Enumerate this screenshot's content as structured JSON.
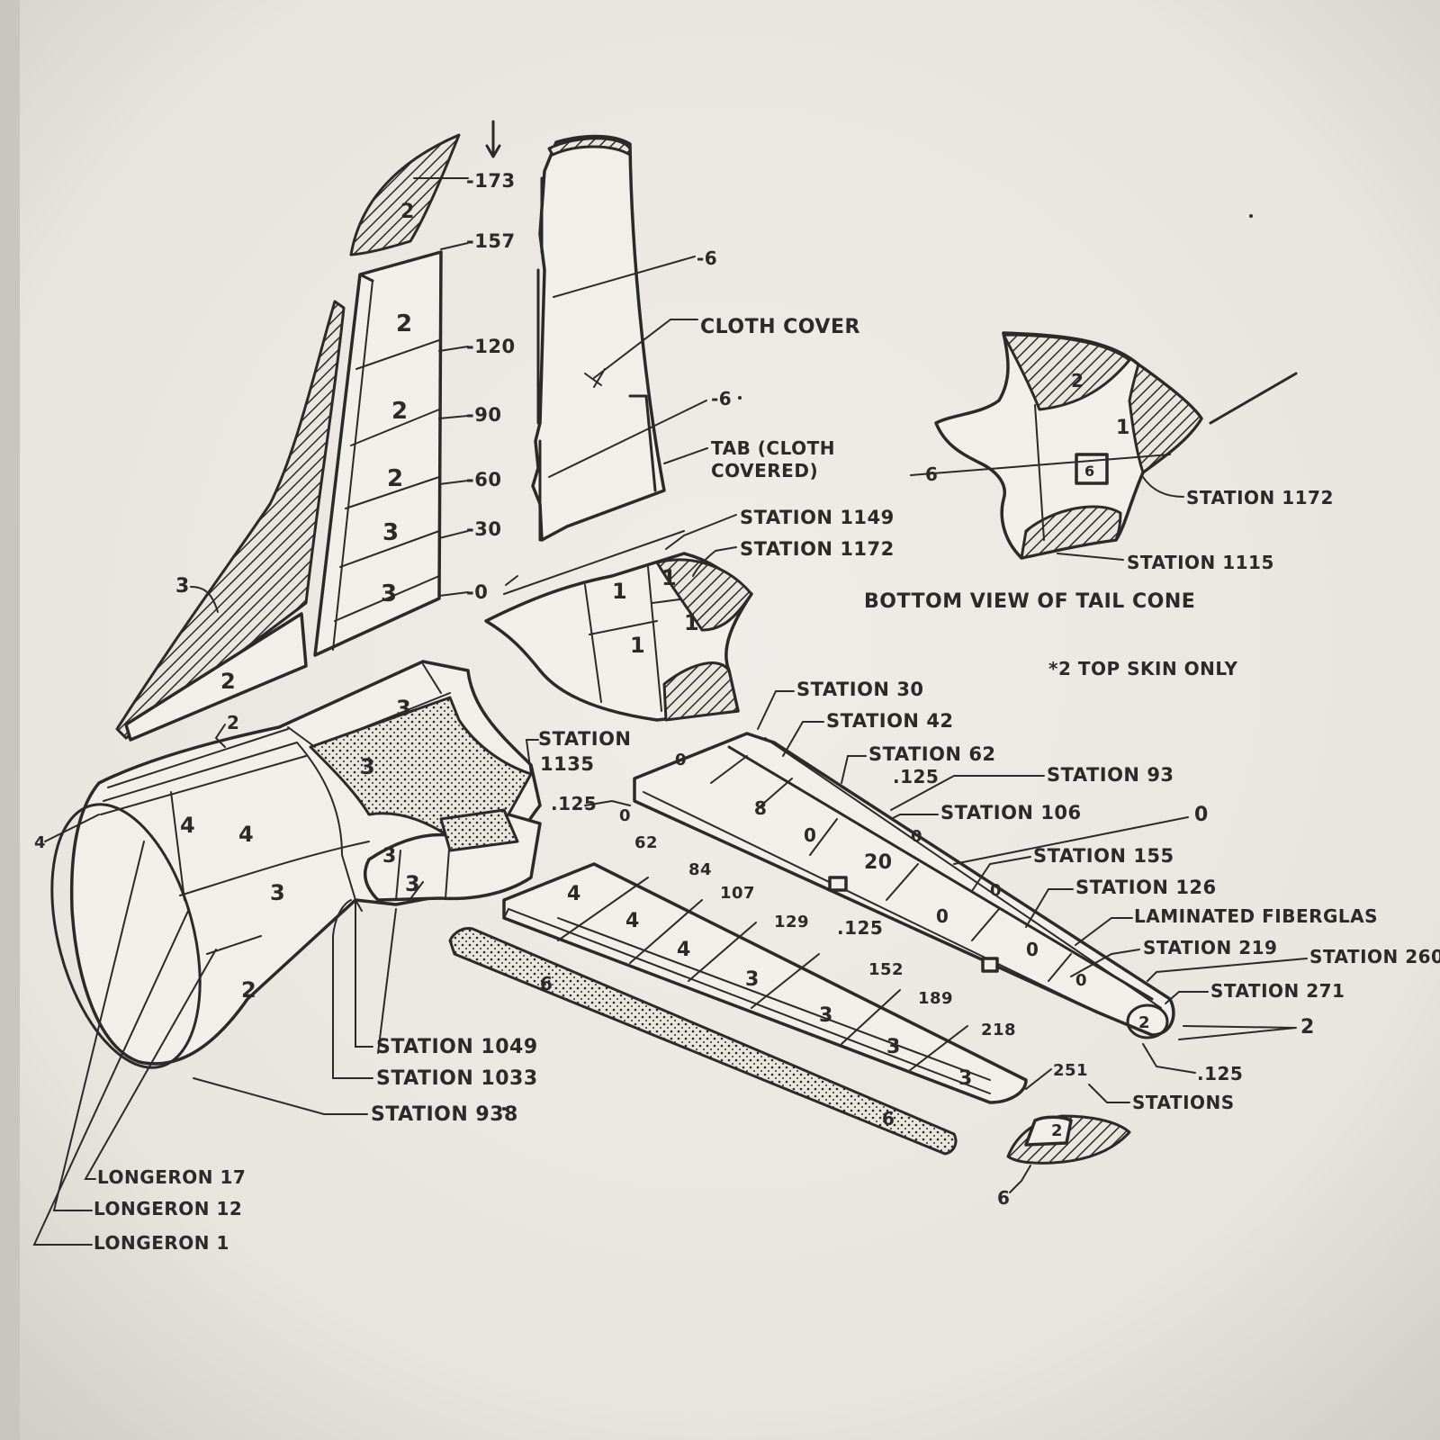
{
  "vertical_stabilizer": {
    "tip_zone": "2",
    "zones": [
      "2",
      "2",
      "2",
      "3",
      "3"
    ],
    "stations": [
      "-173",
      "-157",
      "-120",
      "-90",
      "-60",
      "-30",
      "-0"
    ],
    "dorsal_fin_zone": "2",
    "dorsal_fin_label": "3"
  },
  "rudder": {
    "callout_top": "-6",
    "cloth_cover": "CLOTH COVER",
    "callout_mid": "-6",
    "tab_line1": "TAB (CLOTH",
    "tab_line2": "COVERED)"
  },
  "tail_cone_top": {
    "stations": [
      "STATION 1149",
      "STATION 1172"
    ],
    "zones": [
      "1",
      "1",
      "1",
      "1"
    ]
  },
  "tail_cone_bottom": {
    "center": "6",
    "zone_top": "2",
    "zone_right": "1",
    "callout_left": "6",
    "station_1172": "STATION 1172",
    "station_1115": "STATION 1115",
    "caption": "BOTTOM VIEW OF TAIL CONE"
  },
  "note": "*2 TOP SKIN ONLY",
  "fuselage": {
    "zones": [
      "3",
      "3",
      "4",
      "4",
      "3",
      "2",
      "3",
      "3",
      "3"
    ],
    "top_callout": "2",
    "nose_label": "4",
    "station_1135": [
      "STATION",
      "1135"
    ],
    "station_1049": "STATION 1049",
    "station_1033": "STATION 1033",
    "station_938": "STATION 938",
    "longerons": [
      "LONGERON 17",
      "LONGERON 12",
      "LONGERON 1"
    ]
  },
  "stabilizer": {
    "stations_top": [
      "STATION 30",
      "STATION 42",
      "STATION 62",
      "STATION 93",
      "STATION 106",
      "STATION 155",
      "STATION 126",
      "STATION 219",
      "STATION 260",
      "STATION 271"
    ],
    "thickness": [
      ".125",
      ".125",
      ".125",
      ".125"
    ],
    "zeros": [
      "0",
      "0",
      "0",
      "0",
      "0",
      "0",
      "0",
      "0",
      "0"
    ],
    "fiberglass": "LAMINATED FIBERGLAS",
    "tip_zone": "2",
    "callout_2": "2",
    "zone_20": "20",
    "zone_8": "8"
  },
  "elevator": {
    "stations": [
      "62",
      "84",
      "107",
      "129",
      "152",
      "189",
      "218",
      "251"
    ],
    "zones": [
      "4",
      "4",
      "4",
      "3",
      "3",
      "3",
      "3"
    ],
    "stations_label": "STATIONS",
    "trailing_edge_zone": "6",
    "trailing_edge_zone2": "6"
  },
  "elevator_tip": {
    "zone": "2",
    "callout": "6"
  },
  "colors": {
    "paper": "#efece6",
    "ink": "#2b2a29"
  }
}
